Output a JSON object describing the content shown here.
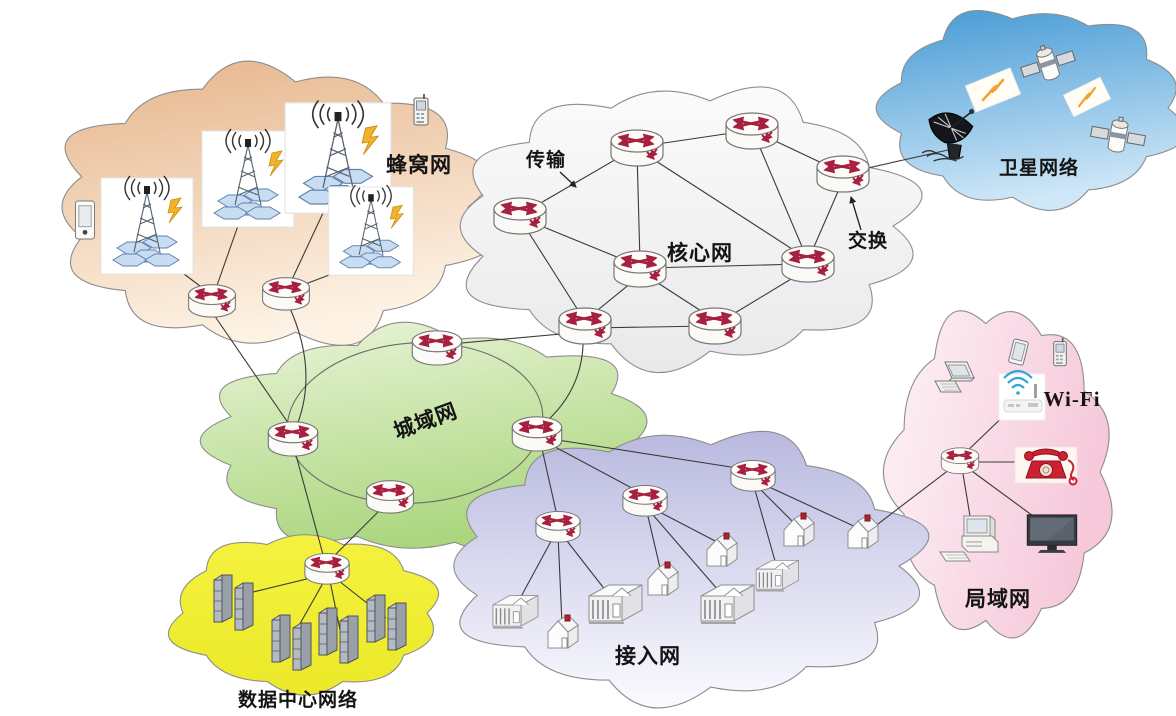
{
  "networks": {
    "cellular": {
      "label": "蜂窝网",
      "color": "#e6b58b",
      "color_light": "#fdf2e4"
    },
    "core": {
      "label": "核心网",
      "color": "#e9e9eb",
      "color_light": "#fbfbfb"
    },
    "satellite": {
      "label": "卫星网络",
      "color": "#469ad5",
      "color_light": "#cfe7f7"
    },
    "metro": {
      "label": "城域网",
      "color": "#abd67e",
      "color_light": "#eaf5da"
    },
    "access": {
      "label": "接入网",
      "color": "#b9b9e0",
      "color_light": "#fbfbff"
    },
    "datacenter": {
      "label": "数据中心网络",
      "color": "#ece929",
      "color_light": "#f4f23f"
    },
    "lan": {
      "label": "局域网",
      "color": "#f6c8da",
      "color_light": "#fdf3f7"
    }
  },
  "annotations": {
    "transmission": "传输",
    "switching": "交换",
    "wifi_label": "Wi-Fi"
  },
  "icon_colors": {
    "router_arrows": "#a82040",
    "lightning": "#f2b32a",
    "telephone_red": "#cd2030",
    "hexagon_cells": "#c9ddf2",
    "wifi_arcs": "#2aa7d4"
  }
}
